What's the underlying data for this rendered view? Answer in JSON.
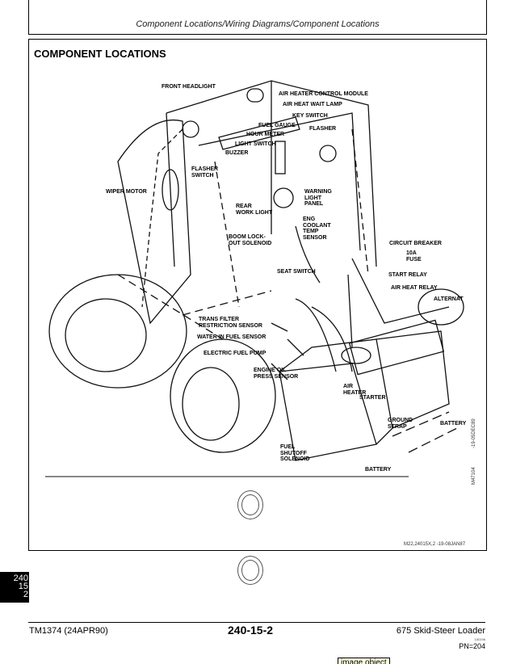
{
  "header": {
    "breadcrumb": "Component Locations/Wiring Diagrams/Component Locations"
  },
  "section_title": "COMPONENT LOCATIONS",
  "labels": [
    "FRONT HEADLIGHT",
    "AIR HEATER CONTROL MODULE",
    "AIR HEAT WAIT LAMP",
    "KEY SWITCH",
    "FUEL GAUGE",
    "FLASHER",
    "HOUR METER",
    "LIGHT SWITCH",
    "BUZZER",
    "FLASHER\nSWITCH",
    "WIPER MOTOR",
    "WARNING\nLIGHT\nPANEL",
    "REAR\nWORK LIGHT",
    "ENG\nCOOLANT\nTEMP\nSENSOR",
    "BOOM LOCK-\nOUT SOLENOID",
    "CIRCUIT BREAKER",
    "10A\nFUSE",
    "SEAT SWITCH",
    "START RELAY",
    "AIR HEAT RELAY",
    "ALTERNAT",
    "TRANS FILTER\nRESTRICTION SENSOR",
    "WATER IN FUEL SENSOR",
    "ELECTRIC FUEL PUMP",
    "ENGINE OIL\nPRESS SENSOR",
    "AIR\nHEATER",
    "STARTER",
    "GROUND\nSTRAP",
    "BATTERY",
    "FUEL\nSHUTOFF\nSOLENOID",
    "BATTERY"
  ],
  "figure": {
    "side_code": "-19-05DEC89",
    "figure_id": "M47104",
    "ref_code": "M22,24015X,2   -19-08JAN87"
  },
  "side_tab": {
    "line1": "240",
    "line2": "15",
    "line3": "2"
  },
  "footer": {
    "manual": "TM1374 (24APR90)",
    "page": "240-15-2",
    "product": "675 Skid-Steer Loader",
    "small": "150196",
    "pn": "PN=204"
  },
  "image_object_label": "image object"
}
